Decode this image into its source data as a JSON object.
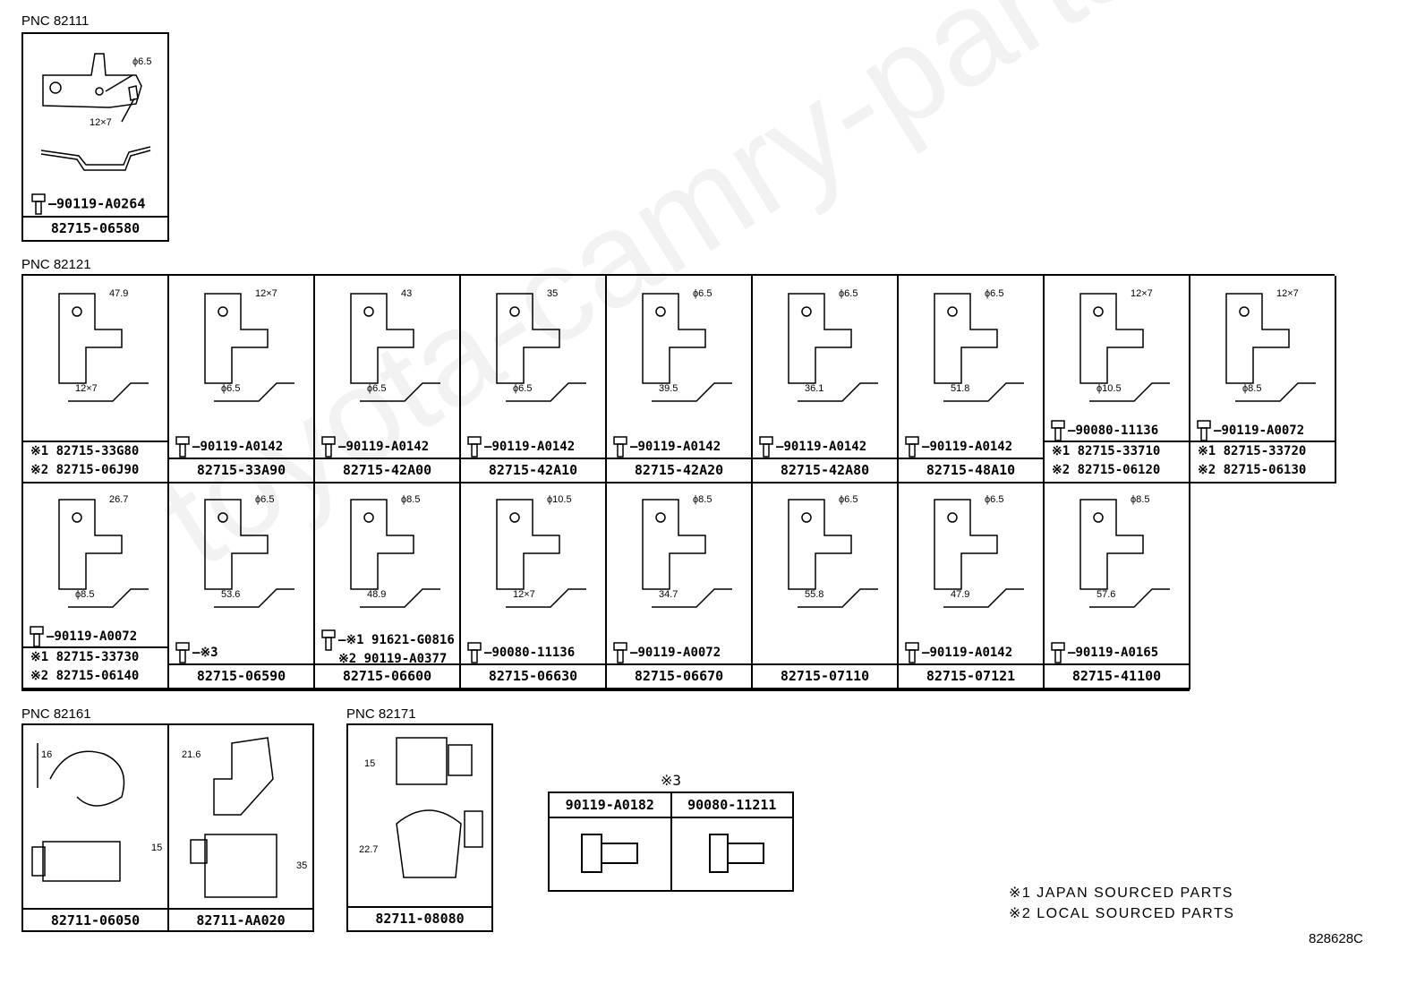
{
  "watermark": "toyota-camry-parts.ru",
  "sections": {
    "pnc82111": {
      "title": "PNC 82111",
      "bolt": "90119-A0264",
      "part": "82715-06580",
      "dims": [
        "ϕ6.5",
        "12×7"
      ]
    },
    "pnc82121": {
      "title": "PNC 82121",
      "row1": [
        {
          "p1": "※1 82715-33G80",
          "p2": "※2 82715-06J90",
          "dims": [
            "47.9",
            "12×7"
          ]
        },
        {
          "bolt": "90119-A0142",
          "part": "82715-33A90",
          "dims": [
            "12×7",
            "ϕ6.5"
          ]
        },
        {
          "bolt": "90119-A0142",
          "part": "82715-42A00",
          "dims": [
            "43",
            "ϕ6.5"
          ]
        },
        {
          "bolt": "90119-A0142",
          "part": "82715-42A10",
          "dims": [
            "35",
            "ϕ6.5"
          ]
        },
        {
          "bolt": "90119-A0142",
          "part": "82715-42A20",
          "dims": [
            "ϕ6.5",
            "39.5"
          ]
        },
        {
          "bolt": "90119-A0142",
          "part": "82715-42A80",
          "dims": [
            "ϕ6.5",
            "36.1"
          ]
        },
        {
          "bolt": "90119-A0142",
          "part": "82715-48A10",
          "dims": [
            "ϕ6.5",
            "51.8"
          ]
        },
        {
          "bolt": "90080-11136",
          "p1": "※1 82715-33710",
          "p2": "※2 82715-06120",
          "dims": [
            "12×7",
            "ϕ10.5"
          ]
        },
        {
          "bolt": "90119-A0072",
          "p1": "※1 82715-33720",
          "p2": "※2 82715-06130",
          "dims": [
            "12×7",
            "ϕ8.5"
          ]
        }
      ],
      "row2": [
        {
          "bolt": "90119-A0072",
          "p1": "※1 82715-33730",
          "p2": "※2 82715-06140",
          "dims": [
            "26.7",
            "ϕ8.5"
          ]
        },
        {
          "bolt": "※3",
          "part": "82715-06590",
          "dims": [
            "ϕ6.5",
            "53.6"
          ]
        },
        {
          "bolt": "※1 91621-G0816",
          "bolt2": "※2 90119-A0377",
          "part": "82715-06600",
          "dims": [
            "ϕ8.5",
            "48.9"
          ]
        },
        {
          "bolt": "90080-11136",
          "part": "82715-06630",
          "dims": [
            "ϕ10.5",
            "12×7"
          ]
        },
        {
          "bolt": "90119-A0072",
          "part": "82715-06670",
          "dims": [
            "ϕ8.5",
            "34.7"
          ]
        },
        {
          "part": "82715-07110",
          "dims": [
            "ϕ6.5",
            "55.8"
          ]
        },
        {
          "bolt": "90119-A0142",
          "part": "82715-07121",
          "dims": [
            "ϕ6.5",
            "47.9"
          ]
        },
        {
          "bolt": "90119-A0165",
          "part": "82715-41100",
          "dims": [
            "ϕ8.5",
            "57.6"
          ]
        }
      ]
    },
    "pnc82161": {
      "title": "PNC 82161",
      "cells": [
        {
          "part": "82711-06050",
          "dims": [
            "16",
            "15"
          ]
        },
        {
          "part": "82711-AA020",
          "dims": [
            "21.6",
            "35"
          ]
        }
      ]
    },
    "pnc82171": {
      "title": "PNC 82171",
      "part": "82711-08080",
      "dims": [
        "15",
        "22.7"
      ]
    }
  },
  "note3": {
    "title": "※3",
    "bolts": [
      "90119-A0182",
      "90080-11211"
    ]
  },
  "legend": [
    "※1 JAPAN SOURCED PARTS",
    "※2 LOCAL SOURCED PARTS"
  ],
  "diagram_code": "828628C"
}
